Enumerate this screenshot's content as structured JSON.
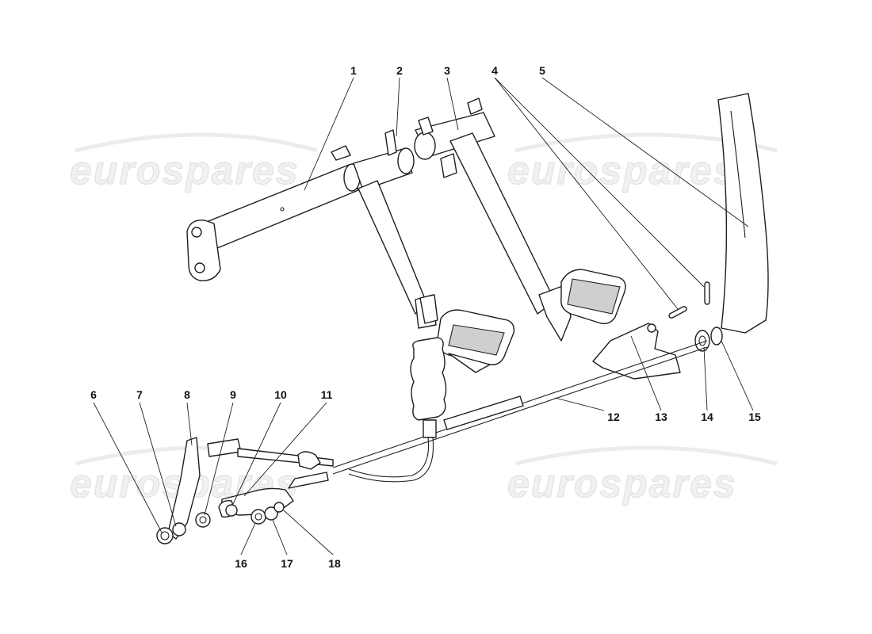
{
  "watermark": {
    "text": "eurospares",
    "color": "#e6e6e6"
  },
  "callouts": [
    {
      "id": "1",
      "label": "1"
    },
    {
      "id": "2",
      "label": "2"
    },
    {
      "id": "3",
      "label": "3"
    },
    {
      "id": "4",
      "label": "4"
    },
    {
      "id": "5",
      "label": "5"
    },
    {
      "id": "6",
      "label": "6"
    },
    {
      "id": "7",
      "label": "7"
    },
    {
      "id": "8",
      "label": "8"
    },
    {
      "id": "9",
      "label": "9"
    },
    {
      "id": "10",
      "label": "10"
    },
    {
      "id": "11",
      "label": "11"
    },
    {
      "id": "12",
      "label": "12"
    },
    {
      "id": "13",
      "label": "13"
    },
    {
      "id": "14",
      "label": "14"
    },
    {
      "id": "15",
      "label": "15"
    },
    {
      "id": "16",
      "label": "16"
    },
    {
      "id": "17",
      "label": "17"
    },
    {
      "id": "18",
      "label": "18"
    }
  ],
  "colors": {
    "line": "#1e1e1e",
    "background": "#ffffff"
  }
}
